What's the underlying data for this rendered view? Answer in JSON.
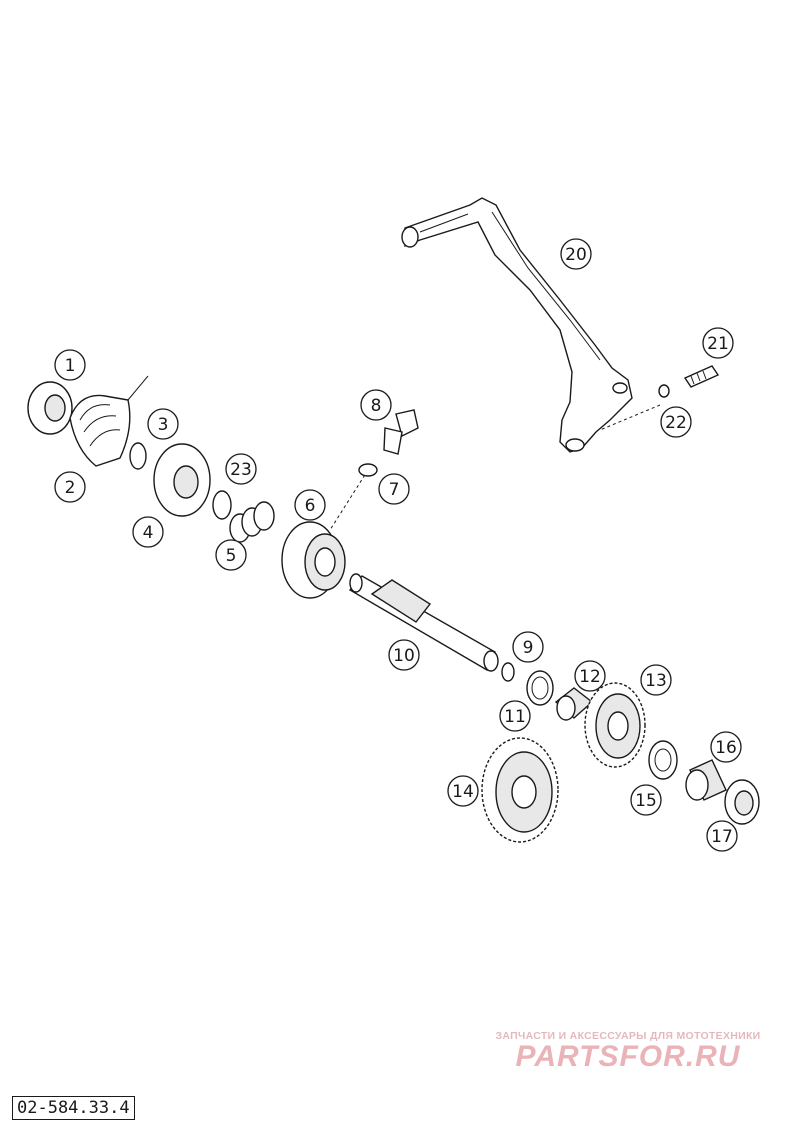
{
  "drawing_number": "02-584.33.4",
  "watermark": {
    "tagline": "ЗАПЧАСТИ И АКСЕССУАРЫ ДЛЯ МОТОТЕХНИКИ",
    "brand": "PARTSFOR.RU"
  },
  "callouts": [
    {
      "id": "1",
      "label": "1"
    },
    {
      "id": "2",
      "label": "2"
    },
    {
      "id": "3",
      "label": "3"
    },
    {
      "id": "4",
      "label": "4"
    },
    {
      "id": "5",
      "label": "5"
    },
    {
      "id": "6",
      "label": "6"
    },
    {
      "id": "7",
      "label": "7"
    },
    {
      "id": "8",
      "label": "8"
    },
    {
      "id": "9",
      "label": "9"
    },
    {
      "id": "10",
      "label": "10"
    },
    {
      "id": "11",
      "label": "11"
    },
    {
      "id": "12",
      "label": "12"
    },
    {
      "id": "13",
      "label": "13"
    },
    {
      "id": "14",
      "label": "14"
    },
    {
      "id": "15",
      "label": "15"
    },
    {
      "id": "16",
      "label": "16"
    },
    {
      "id": "17",
      "label": "17"
    },
    {
      "id": "20",
      "label": "20"
    },
    {
      "id": "21",
      "label": "21"
    },
    {
      "id": "22",
      "label": "22"
    },
    {
      "id": "23",
      "label": "23"
    }
  ]
}
